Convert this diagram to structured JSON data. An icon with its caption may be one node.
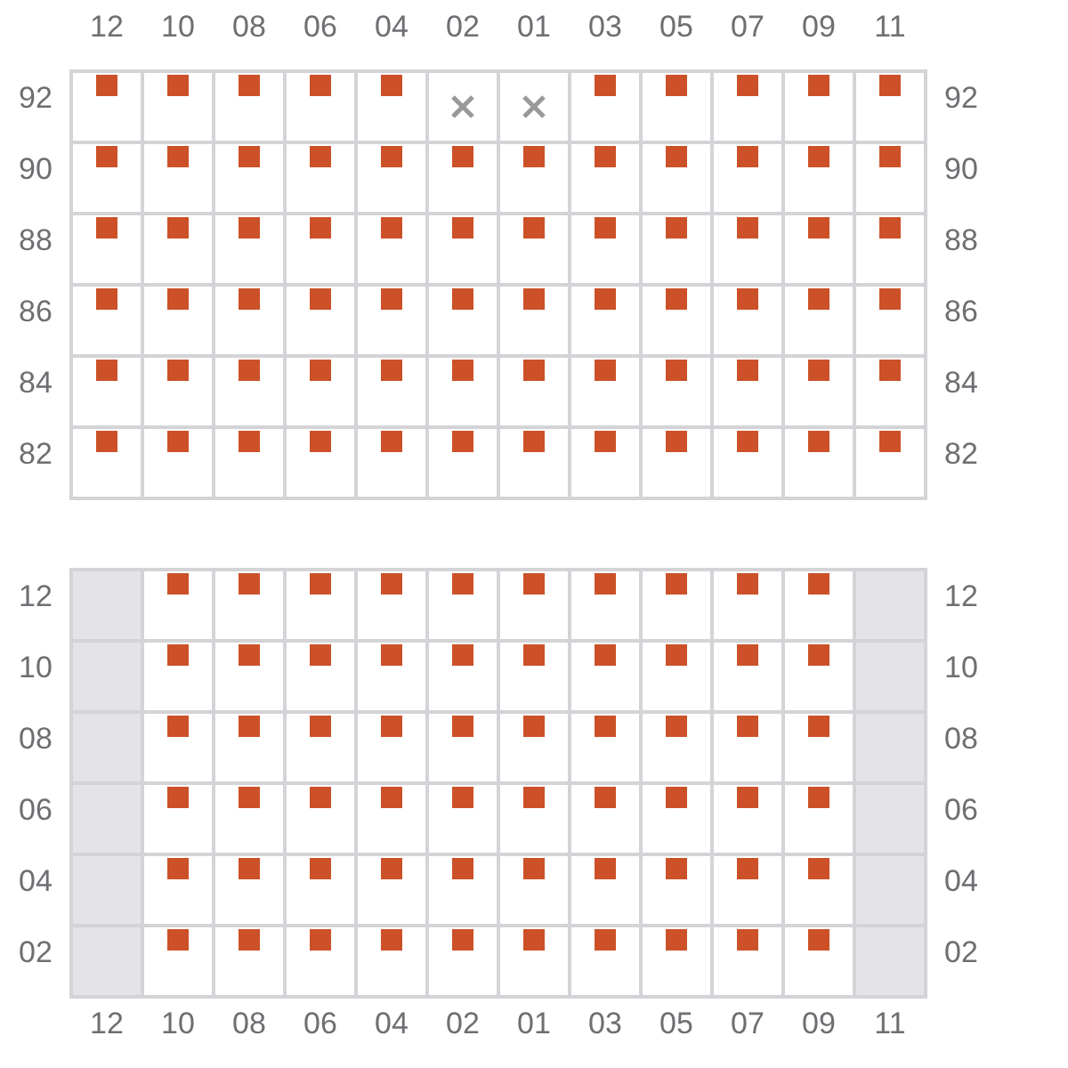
{
  "diagram": {
    "labels": [
      "12",
      "10",
      "08",
      "06",
      "04",
      "02",
      "01",
      "03",
      "05",
      "07",
      "09",
      "11",
      "92",
      "92",
      "90",
      "90",
      "88",
      "88",
      "86",
      "86",
      "84",
      "84",
      "82",
      "82",
      "12",
      "12",
      "10",
      "10",
      "08",
      "08",
      "06",
      "06",
      "04",
      "04",
      "02",
      "02",
      "12",
      "10",
      "08",
      "06",
      "04",
      "02",
      "01",
      "03",
      "05",
      "07",
      "09",
      "11"
    ]
  }
}
